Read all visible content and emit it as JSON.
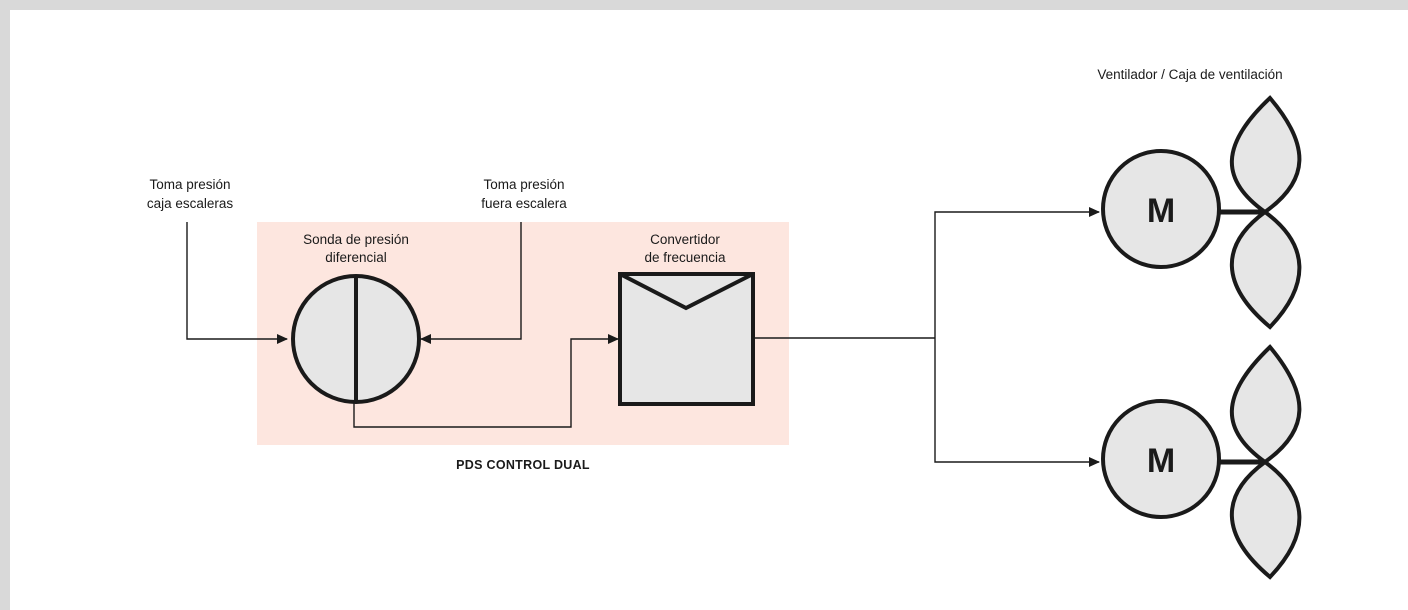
{
  "labels": {
    "tap_staircase_line1": "Toma presión",
    "tap_staircase_line2": "caja escaleras",
    "tap_outside_line1": "Toma presión",
    "tap_outside_line2": "fuera escalera",
    "sensor_line1": "Sonda de presión",
    "sensor_line2": "diferencial",
    "converter_line1": "Convertidor",
    "converter_line2": "de frecuencia",
    "control_box": "PDS CONTROL DUAL",
    "fan_title": "Ventilador / Caja de ventilación"
  },
  "motors": [
    {
      "letter": "M"
    },
    {
      "letter": "M"
    }
  ],
  "colors": {
    "control_box_fill": "#fde6df",
    "component_fill": "#e6e6e6",
    "stroke": "#1a1a1a",
    "frame": "#d9d9d9"
  }
}
